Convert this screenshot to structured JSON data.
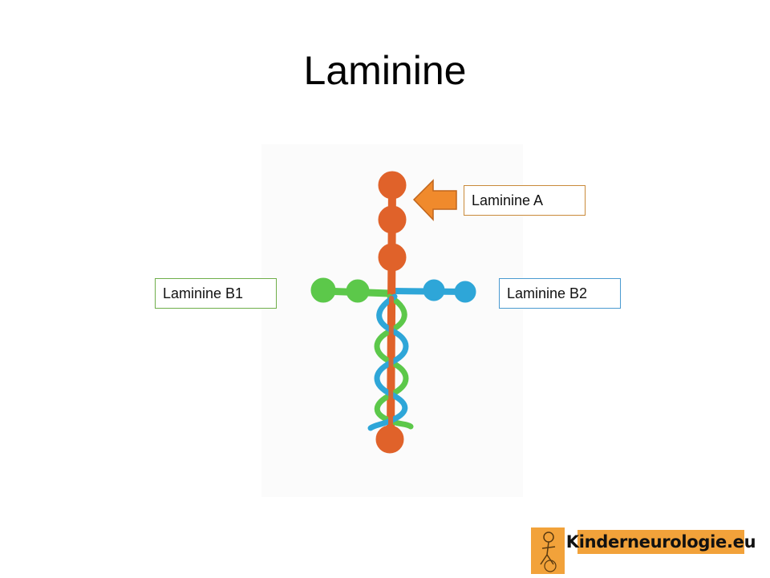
{
  "title": "Laminine",
  "labels": {
    "chain_a": "Laminine A",
    "chain_b1": "Laminine B1",
    "chain_b2": "Laminine B2"
  },
  "logo": {
    "text": "Kinderneurologie.eu"
  },
  "colors": {
    "chain_a": "#e0622a",
    "chain_b1": "#5cc84a",
    "chain_b2": "#2ea6d8",
    "arrow": "#f08a2c",
    "logo_bg": "#f2a23a"
  }
}
